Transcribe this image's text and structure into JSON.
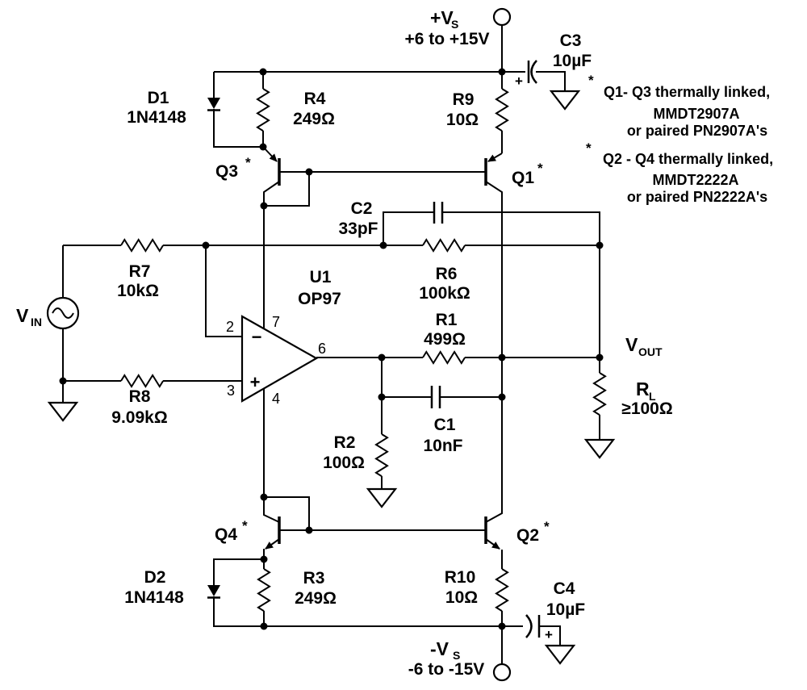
{
  "supplies": {
    "vpos": {
      "name": "+V",
      "sub": "S",
      "range": "+6 to +15V"
    },
    "vneg": {
      "name": "-V",
      "sub": "S",
      "range": "-6 to -15V"
    }
  },
  "source": {
    "name": "V",
    "sub": "IN"
  },
  "output": {
    "name": "V",
    "sub": "OUT"
  },
  "load": {
    "name": "R",
    "sub": "L",
    "value": "≥100Ω"
  },
  "opamp": {
    "ref": "U1",
    "part": "OP97",
    "pin_inv": "2",
    "pin_noninv": "3",
    "pin_out": "6",
    "pin_vpos": "7",
    "pin_vneg": "4",
    "inv_sign": "−",
    "noninv_sign": "+"
  },
  "resistors": {
    "r1": {
      "ref": "R1",
      "value": "499Ω"
    },
    "r2": {
      "ref": "R2",
      "value": "100Ω"
    },
    "r3": {
      "ref": "R3",
      "value": "249Ω"
    },
    "r4": {
      "ref": "R4",
      "value": "249Ω"
    },
    "r6": {
      "ref": "R6",
      "value": "100kΩ"
    },
    "r7": {
      "ref": "R7",
      "value": "10kΩ"
    },
    "r8": {
      "ref": "R8",
      "value": "9.09kΩ"
    },
    "r9": {
      "ref": "R9",
      "value": "10Ω"
    },
    "r10": {
      "ref": "R10",
      "value": "10Ω"
    }
  },
  "capacitors": {
    "c1": {
      "ref": "C1",
      "value": "10nF"
    },
    "c2": {
      "ref": "C2",
      "value": "33pF"
    },
    "c3": {
      "ref": "C3",
      "value": "10µF",
      "polarity": "+"
    },
    "c4": {
      "ref": "C4",
      "value": "10µF",
      "polarity": "+"
    }
  },
  "diodes": {
    "d1": {
      "ref": "D1",
      "part": "1N4148"
    },
    "d2": {
      "ref": "D2",
      "part": "1N4148"
    }
  },
  "transistors": {
    "q1": {
      "ref": "Q1",
      "star": "*"
    },
    "q2": {
      "ref": "Q2",
      "star": "*"
    },
    "q3": {
      "ref": "Q3",
      "star": "*"
    },
    "q4": {
      "ref": "Q4",
      "star": "*"
    }
  },
  "notes": [
    {
      "star": "*",
      "line1": "Q1- Q3 thermally linked,",
      "line2": "MMDT2907A",
      "line3": "or paired PN2907A's"
    },
    {
      "star": "*",
      "line1": "Q2 - Q4 thermally linked,",
      "line2": "MMDT2222A",
      "line3": "or paired PN2222A's"
    }
  ]
}
